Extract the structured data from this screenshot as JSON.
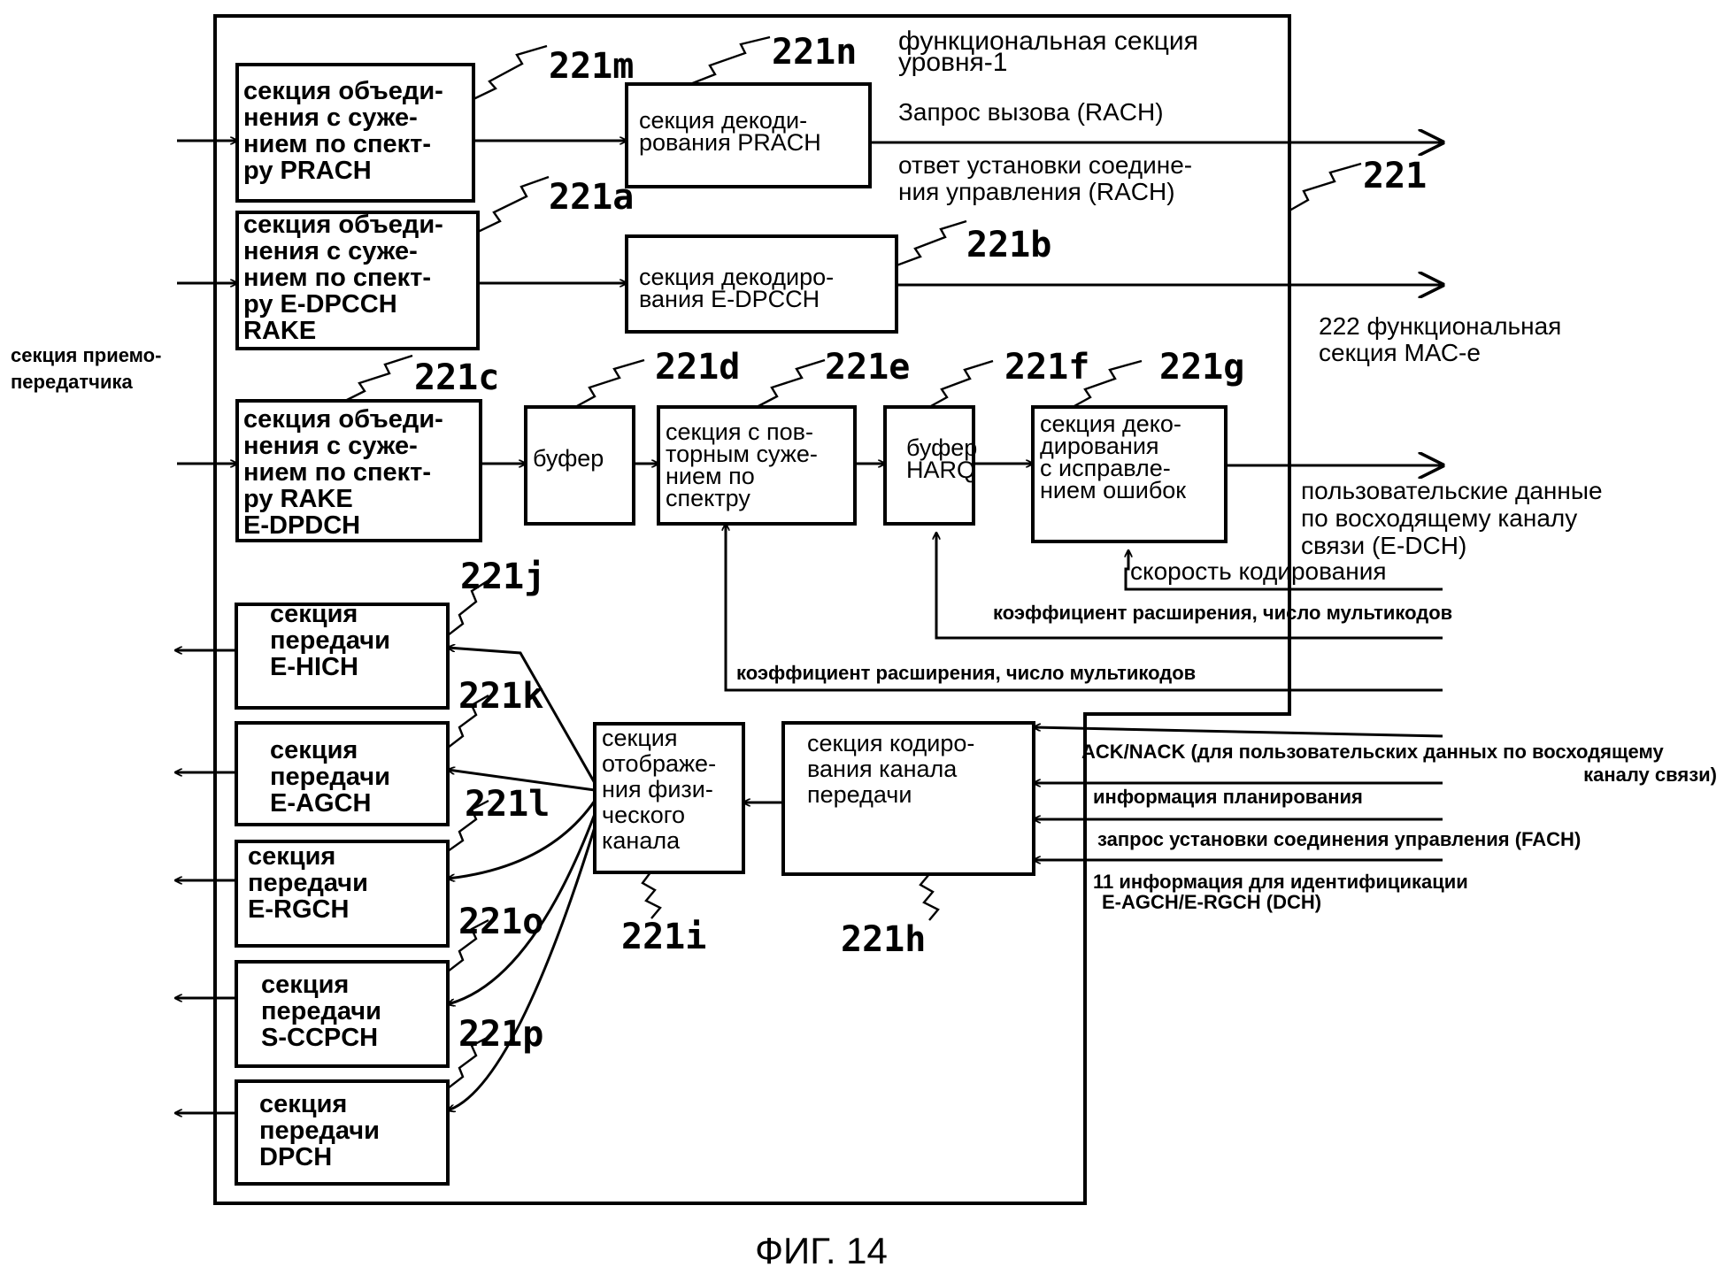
{
  "figure_caption": "ФИГ. 14",
  "blocks": {
    "prach_despread": [
      "секция объеди-",
      "нения с суже-",
      "нием по спект-",
      "ру PRACH"
    ],
    "prach_decode": [
      "секция декоди-",
      "рования PRACH"
    ],
    "edpcch_despread": [
      "секция объеди-",
      "нения с суже-",
      "нием по спект-",
      "ру E-DPCCH",
      "RAKE"
    ],
    "edpcch_decode": [
      "секция декодиро-",
      "вания E-DPCCH"
    ],
    "edpdch_despread": [
      "секция объеди-",
      "нения с суже-",
      "нием по спект-",
      "ру RAKE",
      "E-DPDCH"
    ],
    "buffer": [
      "буфер"
    ],
    "re_despread": [
      "секция с пов-",
      "торным суже-",
      "нием по",
      "спектру"
    ],
    "harq_buffer": [
      "буфер",
      "HARQ"
    ],
    "error_decode": [
      "секция деко-",
      "дирования",
      "с исправле-",
      "нием ошибок"
    ],
    "ehich_tx": [
      "секция",
      "передачи",
      "E-HICH"
    ],
    "eagch_tx": [
      "секция",
      "передачи",
      "E-AGCH"
    ],
    "ergch_tx": [
      "секция",
      "передачи",
      "E-RGCH"
    ],
    "sccpch_tx": [
      "секция",
      "передачи",
      "S-CCPCH"
    ],
    "dpch_tx": [
      "секция",
      "передачи",
      "DPCH"
    ],
    "phys_mapping": [
      "секция",
      "отображе-",
      "ния физи-",
      "ческого",
      "канала"
    ],
    "tx_coding": [
      "секция кодиро-",
      "вания канала",
      "передачи"
    ]
  },
  "refs": {
    "r221m": "221m",
    "r221n": "221n",
    "r221a": "221a",
    "r221b": "221b",
    "r221c": "221c",
    "r221d": "221d",
    "r221e": "221e",
    "r221f": "221f",
    "r221g": "221g",
    "r221j": "221j",
    "r221k": "221k",
    "r221l": "221l",
    "r221o": "221o",
    "r221p": "221p",
    "r221i": "221i",
    "r221h": "221h",
    "r221": "221"
  },
  "labels": {
    "layer1": [
      "функциональная секция",
      "уровня-1"
    ],
    "call_request": "Запрос вызова (RACH)",
    "control_response": [
      "ответ установки соедине-",
      "ния управления (RACH)"
    ],
    "mac_e": [
      "222 функциональная",
      "секция МАС-е"
    ],
    "transceiver": [
      "секция приемо-",
      "передатчика"
    ],
    "user_data": [
      "пользовательские данные",
      "по восходящему каналу",
      "связи (E-DCH)"
    ],
    "coding_rate": "скорость кодирования",
    "spread_factor_1": "коэффициент расширения, число мультикодов",
    "spread_factor_2": "коэффициент расширения, число мультикодов",
    "ack_nack": [
      "ACK/NACK (для пользовательских данных по восходящему",
      "каналу связи)"
    ],
    "scheduling": "информация планирования",
    "fach_request": "запрос установки соединения управления (FACH)",
    "id_info": [
      "11 информация для идентифицикации",
      "E-AGCH/E-RGCH (DCH)"
    ]
  },
  "colors": {
    "ink": "#000000",
    "paper": "#ffffff"
  }
}
